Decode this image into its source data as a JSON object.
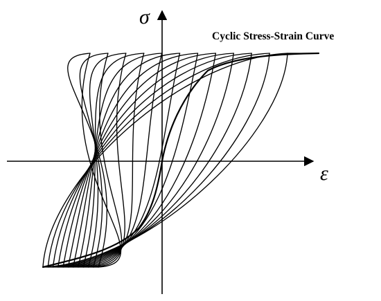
{
  "figure": {
    "title": "Cyclic Stress-Strain Curve",
    "y_axis_symbol": "σ",
    "x_axis_symbol": "ε"
  },
  "loop_count": 12
}
